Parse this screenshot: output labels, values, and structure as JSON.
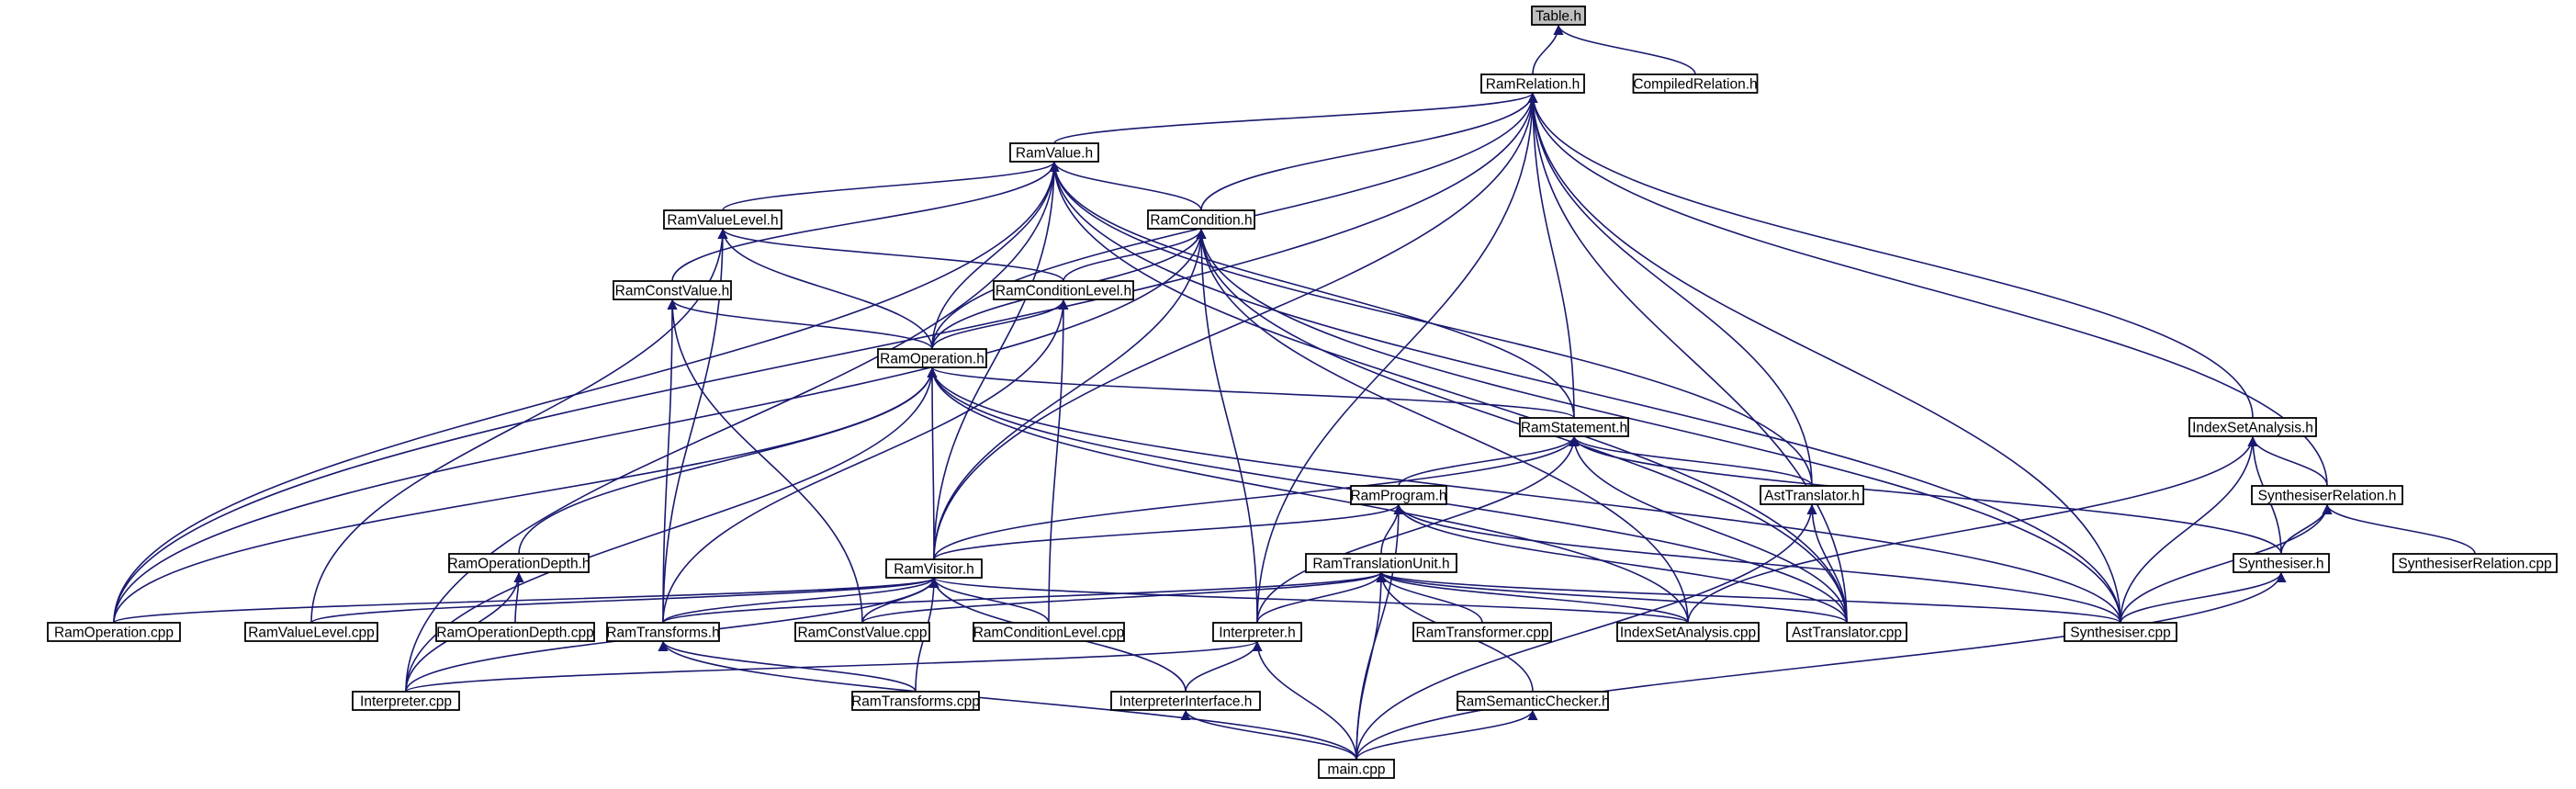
{
  "diagram": {
    "type": "include-dependency-graph",
    "colors": {
      "edge": "#191970",
      "root_fill": "#bfbfbf",
      "node_fill": "#ffffff",
      "node_stroke": "#000000"
    },
    "root": "Table.h",
    "nodes": [
      "Table.h",
      "RamRelation.h",
      "CompiledRelation.h",
      "RamValue.h",
      "RamValueLevel.h",
      "RamCondition.h",
      "RamConstValue.h",
      "RamConditionLevel.h",
      "RamOperation.h",
      "RamStatement.h",
      "IndexSetAnalysis.h",
      "AstTranslator.h",
      "RamProgram.h",
      "SynthesiserRelation.h",
      "RamOperationDepth.h",
      "RamVisitor.h",
      "RamTranslationUnit.h",
      "Synthesiser.h",
      "SynthesiserRelation.cpp",
      "RamOperation.cpp",
      "RamValueLevel.cpp",
      "RamOperationDepth.cpp",
      "RamTransforms.h",
      "RamConstValue.cpp",
      "RamConditionLevel.cpp",
      "Interpreter.h",
      "RamTransformer.cpp",
      "IndexSetAnalysis.cpp",
      "AstTranslator.cpp",
      "Synthesiser.cpp",
      "Interpreter.cpp",
      "RamTransforms.cpp",
      "InterpreterInterface.h",
      "RamSemanticChecker.h",
      "main.cpp"
    ],
    "edges": [
      [
        "RamRelation.h",
        "Table.h"
      ],
      [
        "CompiledRelation.h",
        "Table.h"
      ],
      [
        "RamValue.h",
        "RamRelation.h"
      ],
      [
        "RamCondition.h",
        "RamRelation.h"
      ],
      [
        "RamOperation.h",
        "RamRelation.h"
      ],
      [
        "RamStatement.h",
        "RamRelation.h"
      ],
      [
        "RamVisitor.h",
        "RamRelation.h"
      ],
      [
        "RamOperation.cpp",
        "RamRelation.h"
      ],
      [
        "Interpreter.h",
        "RamRelation.h"
      ],
      [
        "AstTranslator.h",
        "RamRelation.h"
      ],
      [
        "AstTranslator.cpp",
        "RamRelation.h"
      ],
      [
        "Synthesiser.cpp",
        "RamRelation.h"
      ],
      [
        "IndexSetAnalysis.h",
        "RamRelation.h"
      ],
      [
        "SynthesiserRelation.h",
        "RamRelation.h"
      ],
      [
        "RamValueLevel.h",
        "RamValue.h"
      ],
      [
        "RamCondition.h",
        "RamValue.h"
      ],
      [
        "RamConstValue.h",
        "RamValue.h"
      ],
      [
        "RamOperation.h",
        "RamValue.h"
      ],
      [
        "RamStatement.h",
        "RamValue.h"
      ],
      [
        "RamVisitor.h",
        "RamValue.h"
      ],
      [
        "RamOperation.cpp",
        "RamValue.h"
      ],
      [
        "Interpreter.cpp",
        "RamValue.h"
      ],
      [
        "AstTranslator.h",
        "RamValue.h"
      ],
      [
        "AstTranslator.cpp",
        "RamValue.h"
      ],
      [
        "Synthesiser.cpp",
        "RamValue.h"
      ],
      [
        "RamConditionLevel.h",
        "RamValueLevel.h"
      ],
      [
        "RamOperation.h",
        "RamValueLevel.h"
      ],
      [
        "RamTransforms.h",
        "RamValueLevel.h"
      ],
      [
        "RamValueLevel.cpp",
        "RamValueLevel.h"
      ],
      [
        "RamConditionLevel.h",
        "RamCondition.h"
      ],
      [
        "RamOperation.h",
        "RamCondition.h"
      ],
      [
        "RamVisitor.h",
        "RamCondition.h"
      ],
      [
        "Interpreter.h",
        "RamCondition.h"
      ],
      [
        "IndexSetAnalysis.cpp",
        "RamCondition.h"
      ],
      [
        "AstTranslator.cpp",
        "RamCondition.h"
      ],
      [
        "Synthesiser.cpp",
        "RamCondition.h"
      ],
      [
        "RamOperation.cpp",
        "RamCondition.h"
      ],
      [
        "RamOperation.h",
        "RamConstValue.h"
      ],
      [
        "RamTransforms.h",
        "RamConstValue.h"
      ],
      [
        "RamConstValue.cpp",
        "RamConstValue.h"
      ],
      [
        "RamOperation.h",
        "RamConditionLevel.h"
      ],
      [
        "RamTransforms.h",
        "RamConditionLevel.h"
      ],
      [
        "RamConditionLevel.cpp",
        "RamConditionLevel.h"
      ],
      [
        "RamStatement.h",
        "RamOperation.h"
      ],
      [
        "RamOperationDepth.h",
        "RamOperation.h"
      ],
      [
        "RamVisitor.h",
        "RamOperation.h"
      ],
      [
        "RamOperation.cpp",
        "RamOperation.h"
      ],
      [
        "Interpreter.cpp",
        "RamOperation.h"
      ],
      [
        "IndexSetAnalysis.cpp",
        "RamOperation.h"
      ],
      [
        "AstTranslator.cpp",
        "RamOperation.h"
      ],
      [
        "Synthesiser.cpp",
        "RamOperation.h"
      ],
      [
        "RamProgram.h",
        "RamStatement.h"
      ],
      [
        "AstTranslator.h",
        "RamStatement.h"
      ],
      [
        "RamVisitor.h",
        "RamStatement.h"
      ],
      [
        "Interpreter.h",
        "RamStatement.h"
      ],
      [
        "Synthesiser.h",
        "RamStatement.h"
      ],
      [
        "AstTranslator.cpp",
        "RamStatement.h"
      ],
      [
        "RamVisitor.h",
        "RamProgram.h"
      ],
      [
        "RamTranslationUnit.h",
        "RamProgram.h"
      ],
      [
        "Synthesiser.cpp",
        "RamProgram.h"
      ],
      [
        "AstTranslator.cpp",
        "RamProgram.h"
      ],
      [
        "main.cpp",
        "RamProgram.h"
      ],
      [
        "RamOperationDepth.cpp",
        "RamOperationDepth.h"
      ],
      [
        "Interpreter.cpp",
        "RamOperationDepth.h"
      ],
      [
        "RamOperation.cpp",
        "RamVisitor.h"
      ],
      [
        "RamValueLevel.cpp",
        "RamVisitor.h"
      ],
      [
        "RamTransforms.h",
        "RamVisitor.h"
      ],
      [
        "RamConstValue.cpp",
        "RamVisitor.h"
      ],
      [
        "RamConditionLevel.cpp",
        "RamVisitor.h"
      ],
      [
        "RamTransforms.cpp",
        "RamVisitor.h"
      ],
      [
        "InterpreterInterface.h",
        "RamVisitor.h"
      ],
      [
        "Interpreter.cpp",
        "RamVisitor.h"
      ],
      [
        "IndexSetAnalysis.cpp",
        "RamVisitor.h"
      ],
      [
        "RamTransforms.h",
        "RamTranslationUnit.h"
      ],
      [
        "RamConstValue.cpp",
        "RamTranslationUnit.h"
      ],
      [
        "Interpreter.h",
        "RamTranslationUnit.h"
      ],
      [
        "RamTransformer.cpp",
        "RamTranslationUnit.h"
      ],
      [
        "IndexSetAnalysis.cpp",
        "RamTranslationUnit.h"
      ],
      [
        "AstTranslator.cpp",
        "RamTranslationUnit.h"
      ],
      [
        "Synthesiser.cpp",
        "RamTranslationUnit.h"
      ],
      [
        "RamSemanticChecker.h",
        "RamTranslationUnit.h"
      ],
      [
        "main.cpp",
        "RamTranslationUnit.h"
      ],
      [
        "AstTranslator.cpp",
        "AstTranslator.h"
      ],
      [
        "main.cpp",
        "AstTranslator.h"
      ],
      [
        "IndexSetAnalysis.cpp",
        "IndexSetAnalysis.h"
      ],
      [
        "SynthesiserRelation.h",
        "IndexSetAnalysis.h"
      ],
      [
        "Synthesiser.h",
        "IndexSetAnalysis.h"
      ],
      [
        "Synthesiser.cpp",
        "IndexSetAnalysis.h"
      ],
      [
        "Synthesiser.h",
        "SynthesiserRelation.h"
      ],
      [
        "SynthesiserRelation.cpp",
        "SynthesiserRelation.h"
      ],
      [
        "Synthesiser.cpp",
        "SynthesiserRelation.h"
      ],
      [
        "Synthesiser.cpp",
        "Synthesiser.h"
      ],
      [
        "main.cpp",
        "Synthesiser.h"
      ],
      [
        "Interpreter.cpp",
        "Interpreter.h"
      ],
      [
        "InterpreterInterface.h",
        "Interpreter.h"
      ],
      [
        "main.cpp",
        "Interpreter.h"
      ],
      [
        "RamTransforms.cpp",
        "RamTransforms.h"
      ],
      [
        "main.cpp",
        "RamTransforms.h"
      ],
      [
        "main.cpp",
        "InterpreterInterface.h"
      ],
      [
        "main.cpp",
        "RamSemanticChecker.h"
      ]
    ]
  }
}
